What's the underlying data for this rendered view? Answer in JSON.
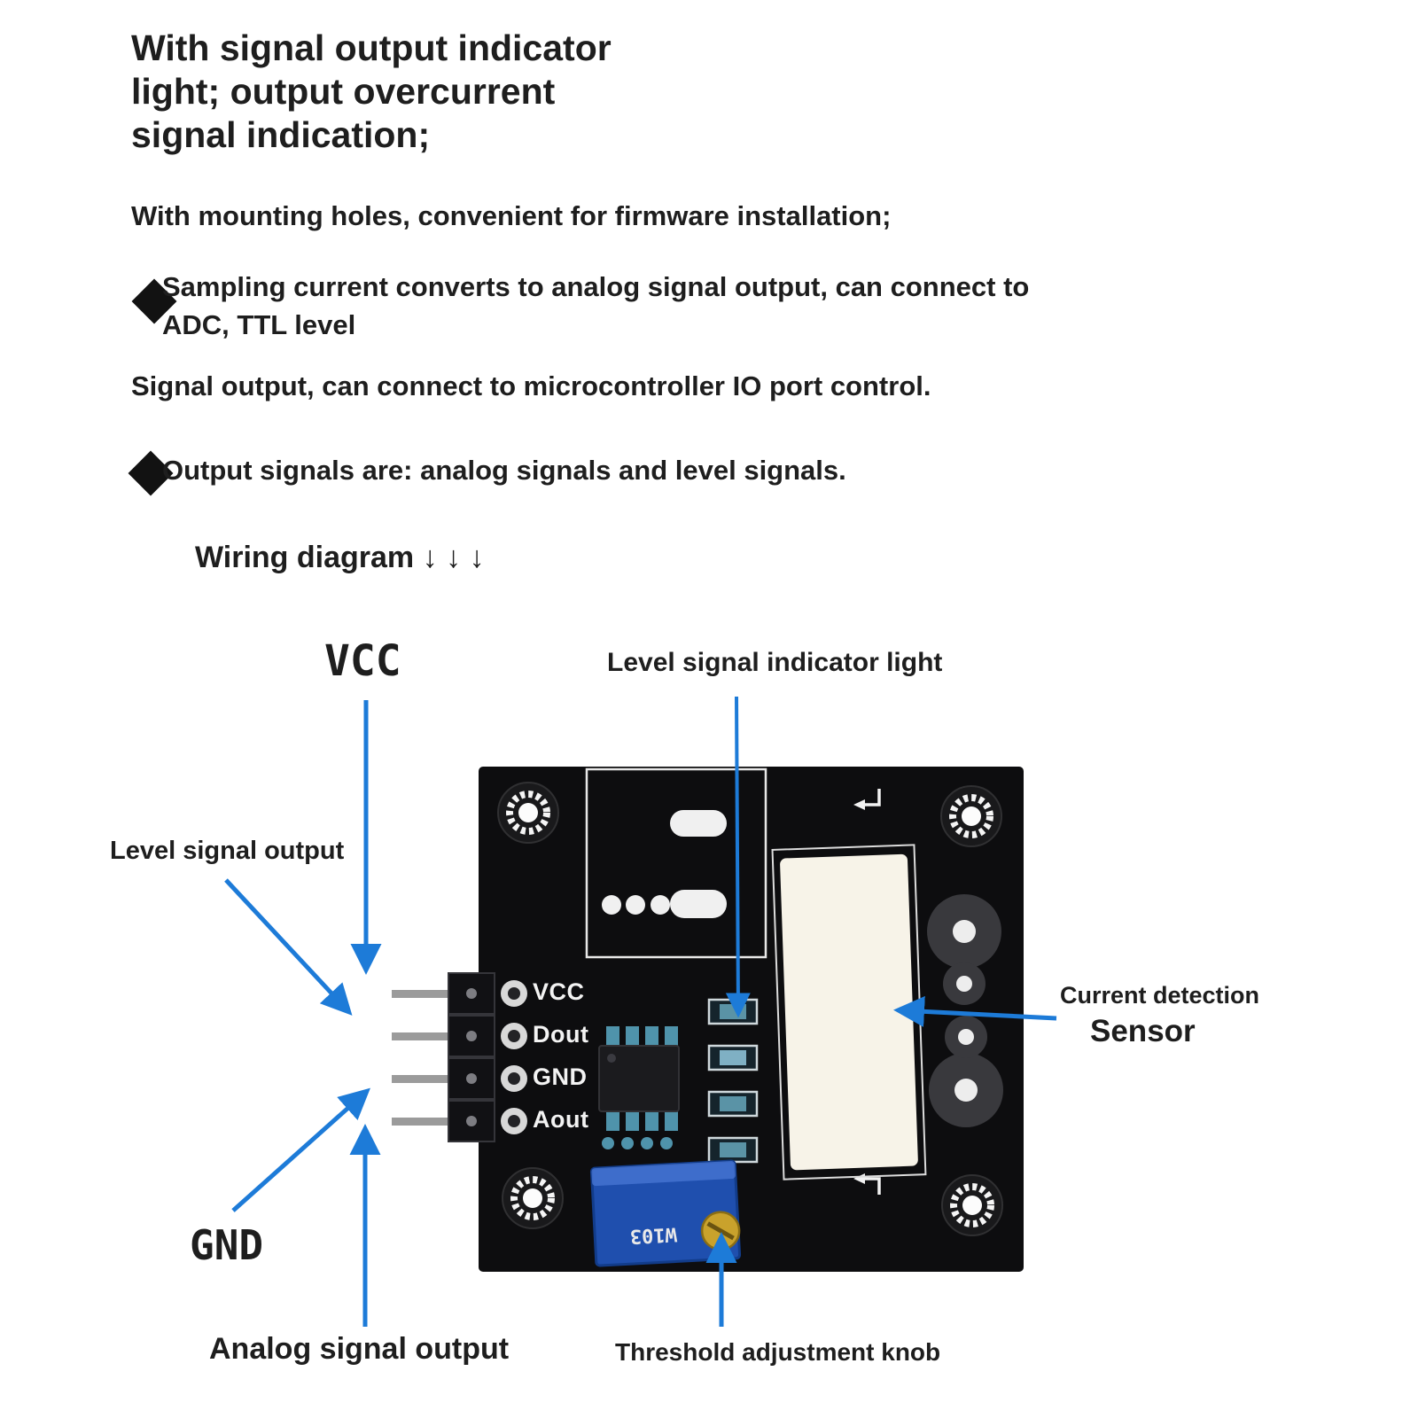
{
  "colors": {
    "arrow": "#1d7bd8",
    "text": "#1e1e1e",
    "board": "#0d0d0f",
    "pot_body": "#1f4fae",
    "sensor_body": "#f7f3e8"
  },
  "features": {
    "headline": "With signal output indicator\nlight; output overcurrent\nsignal indication;",
    "mounting": "With mounting holes, convenient for firmware installation;",
    "sampling": "Sampling current converts to analog signal output, can connect to\nADC, TTL level",
    "signal_output": "Signal output, can connect to microcontroller IO port control.",
    "output_signals": "Output signals are: analog signals and level signals.",
    "wiring_heading": "Wiring diagram ↓ ↓ ↓"
  },
  "diagram": {
    "labels": {
      "vcc": "VCC",
      "level_indicator": "Level signal indicator light",
      "level_output": "Level signal output",
      "gnd": "GND",
      "analog_output": "Analog signal output",
      "threshold_knob": "Threshold adjustment knob",
      "current_detection": "Current detection",
      "sensor": "Sensor"
    },
    "board": {
      "pin_labels": [
        "VCC",
        "Dout",
        "GND",
        "Aout"
      ],
      "pot_marking": "W103"
    }
  }
}
